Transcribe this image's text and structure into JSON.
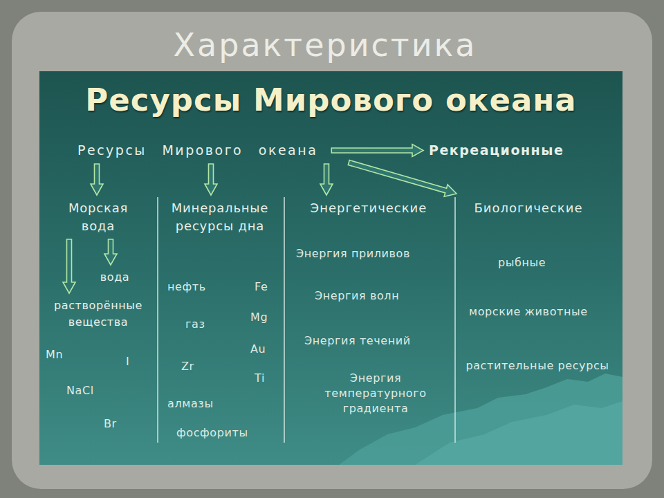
{
  "diagram": {
    "title": "Ресурсы Мирового океана",
    "nodes": [
      {
        "text": [
          "Ресурсы Мирового океана"
        ]
      },
      {
        "text": [
          "Рекреационные"
        ]
      },
      {
        "text": [
          "Морская вода"
        ]
      },
      {
        "text": [
          "Минеральные ресурсы дна"
        ]
      },
      {
        "text": [
          "Энергетические"
        ]
      },
      {
        "text": [
          "Биологические"
        ]
      },
      {
        "text": [
          "вода"
        ]
      },
      {
        "text": [
          "растворённые вещества"
        ]
      }
    ],
    "edges": [
      {
        "from": 0,
        "to": 1,
        "arrow": "to"
      },
      {
        "from": 0,
        "to": 2,
        "arrow": "to"
      },
      {
        "from": 0,
        "to": 3,
        "arrow": "to"
      },
      {
        "from": 0,
        "to": 4,
        "arrow": "to"
      },
      {
        "from": 0,
        "to": 5,
        "arrow": "to"
      },
      {
        "from": 2,
        "to": 7,
        "arrow": "to"
      },
      {
        "from": 2,
        "to": 6,
        "arrow": "to"
      }
    ],
    "labels": [
      "Характеристика",
      "Mn",
      "I",
      "NaCl",
      "Br",
      "нефть",
      "Fe",
      "газ",
      "Mg",
      "Zr",
      "Au",
      "Ti",
      "алмазы",
      "фосфориты",
      "Энергия приливов",
      "Энергия волн",
      "Энергия течений",
      "Энергия температурного градиента",
      "рыбные",
      "морские животные",
      "растительные ресурсы"
    ]
  }
}
